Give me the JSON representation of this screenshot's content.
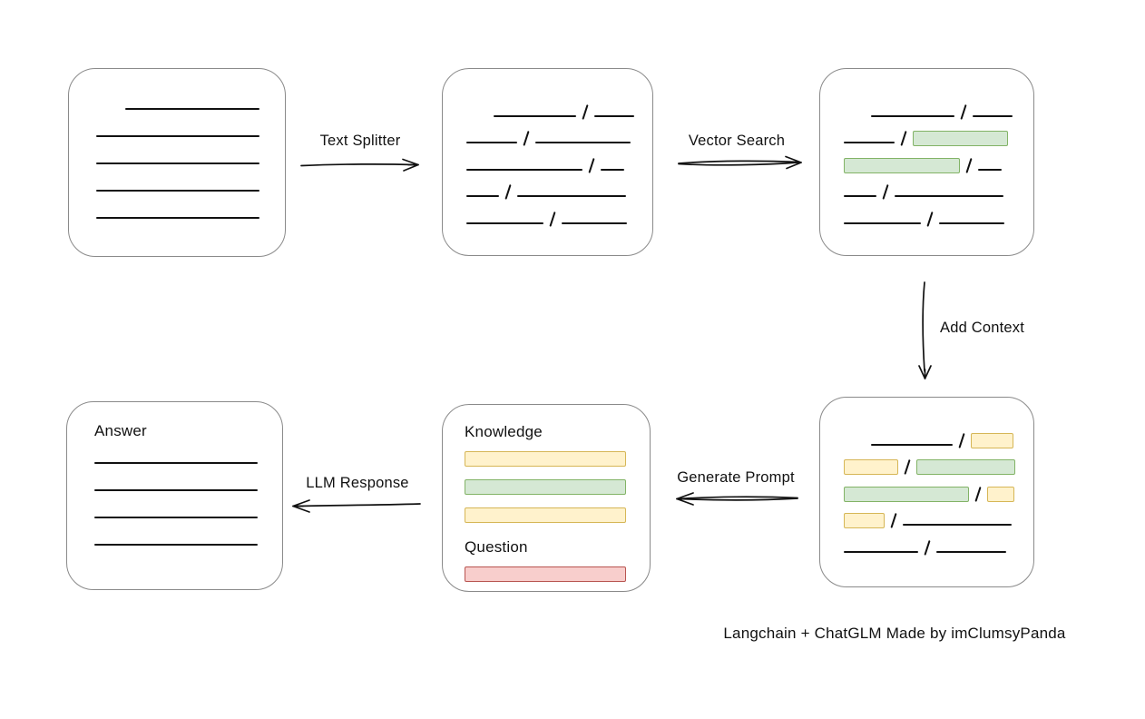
{
  "labels": {
    "text_splitter": "Text Splitter",
    "vector_search": "Vector Search",
    "add_context": "Add Context",
    "generate_prompt": "Generate Prompt",
    "llm_response": "LLM Response",
    "knowledge": "Knowledge",
    "question": "Question",
    "answer": "Answer"
  },
  "footer": {
    "credit": "Langchain + ChatGLM Made by imClumsyPanda"
  },
  "colors": {
    "stroke": "#111111",
    "box_border": "#8a8a8a",
    "highlight_green": "#d5e8d4",
    "highlight_green_border": "#82b366",
    "highlight_yellow": "#fff2cc",
    "highlight_yellow_border": "#d6b656",
    "highlight_red": "#f8cecc",
    "highlight_red_border": "#b85450"
  },
  "boxes": {
    "document": {
      "lines": [
        {
          "indent": 32,
          "w": 148
        },
        {
          "w": 180
        },
        {
          "w": 180
        },
        {
          "w": 180
        },
        {
          "w": 180
        }
      ]
    },
    "split_text": {
      "rows": [
        [
          {
            "t": "line",
            "w": 92,
            "indent": 30
          },
          {
            "t": "slash"
          },
          {
            "t": "line",
            "w": 44
          }
        ],
        [
          {
            "t": "line",
            "w": 56
          },
          {
            "t": "slash"
          },
          {
            "t": "line",
            "w": 105
          }
        ],
        [
          {
            "t": "line",
            "w": 128
          },
          {
            "t": "slash"
          },
          {
            "t": "line",
            "w": 26
          }
        ],
        [
          {
            "t": "line",
            "w": 36
          },
          {
            "t": "slash"
          },
          {
            "t": "line",
            "w": 120
          }
        ],
        [
          {
            "t": "line",
            "w": 85
          },
          {
            "t": "slash"
          },
          {
            "t": "line",
            "w": 72
          }
        ]
      ]
    },
    "vector_matches": {
      "rows": [
        [
          {
            "t": "line",
            "w": 92,
            "indent": 30
          },
          {
            "t": "slash"
          },
          {
            "t": "line",
            "w": 44
          }
        ],
        [
          {
            "t": "line",
            "w": 56
          },
          {
            "t": "slash"
          },
          {
            "t": "bar-green",
            "w": 105
          }
        ],
        [
          {
            "t": "bar-green",
            "w": 128
          },
          {
            "t": "slash"
          },
          {
            "t": "line",
            "w": 26
          }
        ],
        [
          {
            "t": "line",
            "w": 36
          },
          {
            "t": "slash"
          },
          {
            "t": "line",
            "w": 120
          }
        ],
        [
          {
            "t": "line",
            "w": 85
          },
          {
            "t": "slash"
          },
          {
            "t": "line",
            "w": 72
          }
        ]
      ]
    },
    "context_selection": {
      "rows": [
        [
          {
            "t": "line",
            "w": 90,
            "indent": 30
          },
          {
            "t": "slash"
          },
          {
            "t": "bar-yellow",
            "w": 47
          }
        ],
        [
          {
            "t": "bar-yellow",
            "w": 60
          },
          {
            "t": "slash"
          },
          {
            "t": "bar-green",
            "w": 109
          }
        ],
        [
          {
            "t": "bar-green",
            "w": 138
          },
          {
            "t": "slash"
          },
          {
            "t": "bar-yellow",
            "w": 30
          }
        ],
        [
          {
            "t": "bar-yellow",
            "w": 45
          },
          {
            "t": "slash"
          },
          {
            "t": "line",
            "w": 120
          }
        ],
        [
          {
            "t": "line",
            "w": 82
          },
          {
            "t": "slash"
          },
          {
            "t": "line",
            "w": 77
          }
        ]
      ]
    },
    "prompt": {
      "knowledge_bars": [
        "yellow",
        "green",
        "yellow"
      ],
      "question_bars": [
        "red"
      ]
    },
    "answer": {
      "lines": [
        {
          "w": 180
        },
        {
          "w": 180
        },
        {
          "w": 180
        },
        {
          "w": 180
        }
      ]
    }
  }
}
